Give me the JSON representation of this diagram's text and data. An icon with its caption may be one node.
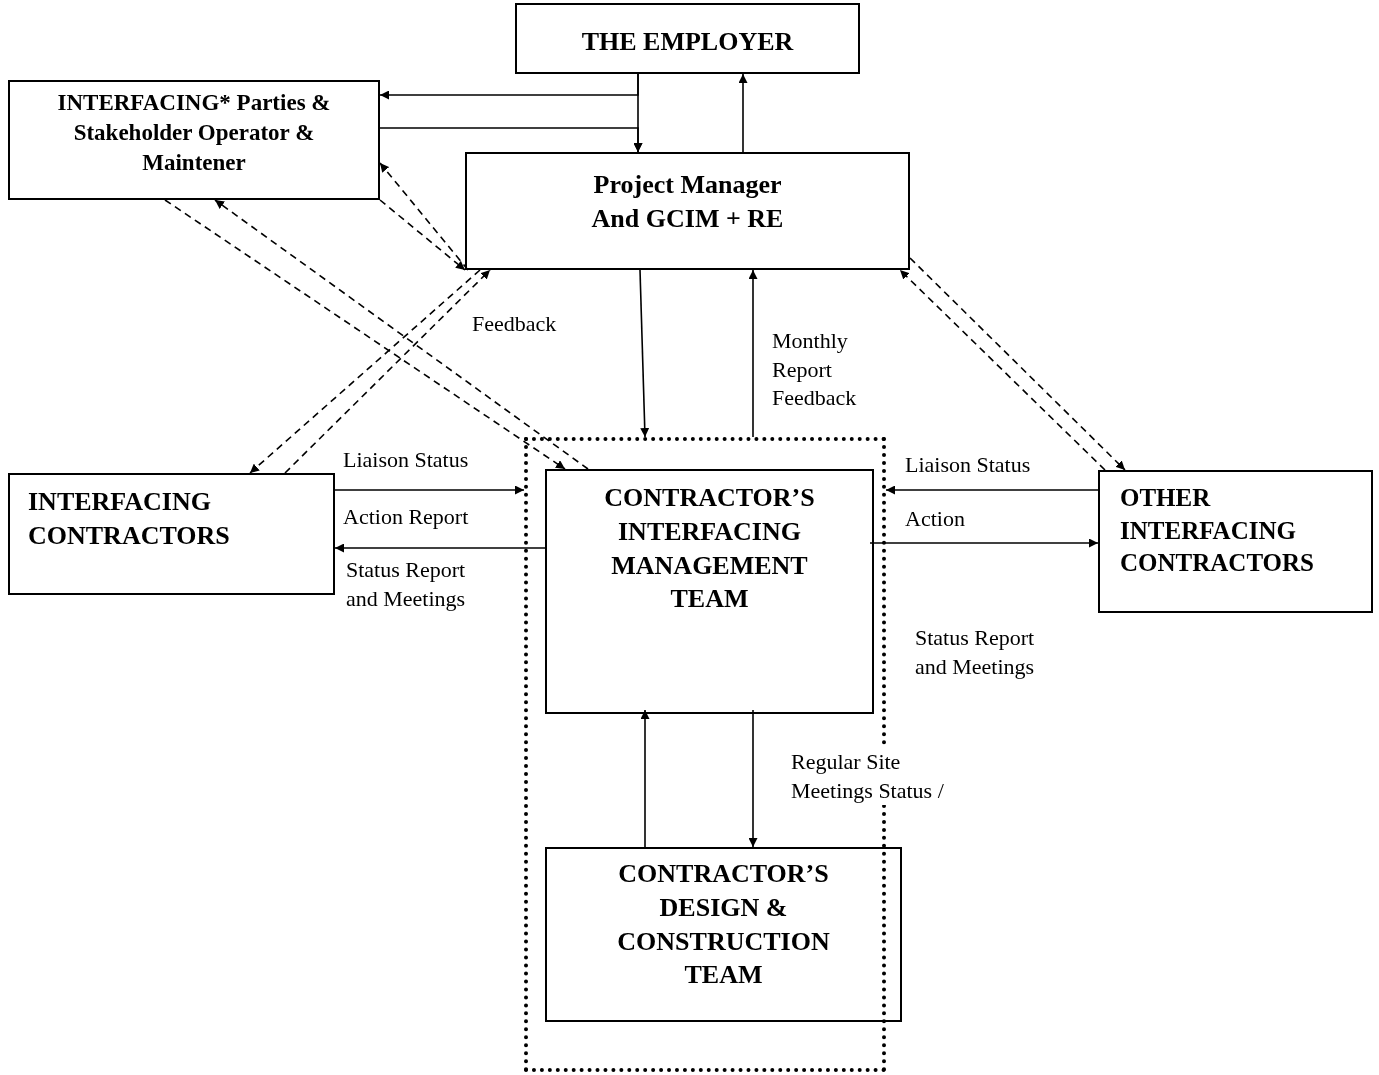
{
  "diagram": {
    "nodes": [
      {
        "text": [
          "THE EMPLOYER"
        ]
      },
      {
        "text": [
          "INTERFACING* Parties & Stakeholder Operator & Maintener"
        ]
      },
      {
        "text": [
          "Project Manager And GCIM + RE"
        ]
      },
      {
        "text": [
          "INTERFACING CONTRACTORS"
        ]
      },
      {
        "text": [],
        "shape": "box"
      },
      {
        "text": [
          "CONTRACTOR’S INTERFACING MANAGEMENT TEAM"
        ],
        "in": 4
      },
      {
        "text": [
          "CONTRACTOR’S DESIGN & CONSTRUCTION TEAM"
        ],
        "in": 4
      },
      {
        "text": [
          "OTHER INTERFACING CONTRACTORS"
        ]
      }
    ],
    "edges": [
      {
        "from": 0,
        "to": 1,
        "arrow": "to"
      },
      {
        "from": 1,
        "to": 2,
        "arrow": "to"
      },
      {
        "from": 0,
        "to": 2,
        "arrow": "to"
      },
      {
        "from": 2,
        "to": 0,
        "arrow": "to"
      },
      {
        "from": 1,
        "to": 5,
        "arrow": "to",
        "style": "dashed"
      },
      {
        "from": 5,
        "to": 1,
        "arrow": "to",
        "style": "dashed"
      },
      {
        "from": 1,
        "to": 2,
        "arrow": "to",
        "style": "dashed"
      },
      {
        "from": 2,
        "to": 1,
        "arrow": "to",
        "style": "dashed"
      },
      {
        "from": 2,
        "to": 3,
        "arrow": "to",
        "style": "dashed"
      },
      {
        "from": 3,
        "to": 2,
        "arrow": "to",
        "style": "dashed"
      },
      {
        "from": 2,
        "to": 4,
        "arrow": "to"
      },
      {
        "from": 4,
        "to": 2,
        "arrow": "to",
        "label": "Monthly Report Feedback"
      },
      {
        "from": 2,
        "to": 7,
        "arrow": "to",
        "style": "dashed"
      },
      {
        "from": 7,
        "to": 2,
        "arrow": "to",
        "style": "dashed"
      },
      {
        "from": 3,
        "to": 4,
        "arrow": "to",
        "label": "Liaison Status"
      },
      {
        "from": 5,
        "to": 3,
        "arrow": "to",
        "label": "Action Report"
      },
      {
        "from": 7,
        "to": 4,
        "arrow": "to",
        "label": "Liaison Status"
      },
      {
        "from": 5,
        "to": 7,
        "arrow": "to",
        "label": "Action"
      },
      {
        "from": 6,
        "to": 5,
        "arrow": "to"
      },
      {
        "from": 5,
        "to": 6,
        "arrow": "to",
        "label": "Regular Site Meetings Status /"
      }
    ],
    "labels": [
      "Feedback",
      "Status Report and Meetings",
      "Status Report and Meetings"
    ]
  }
}
